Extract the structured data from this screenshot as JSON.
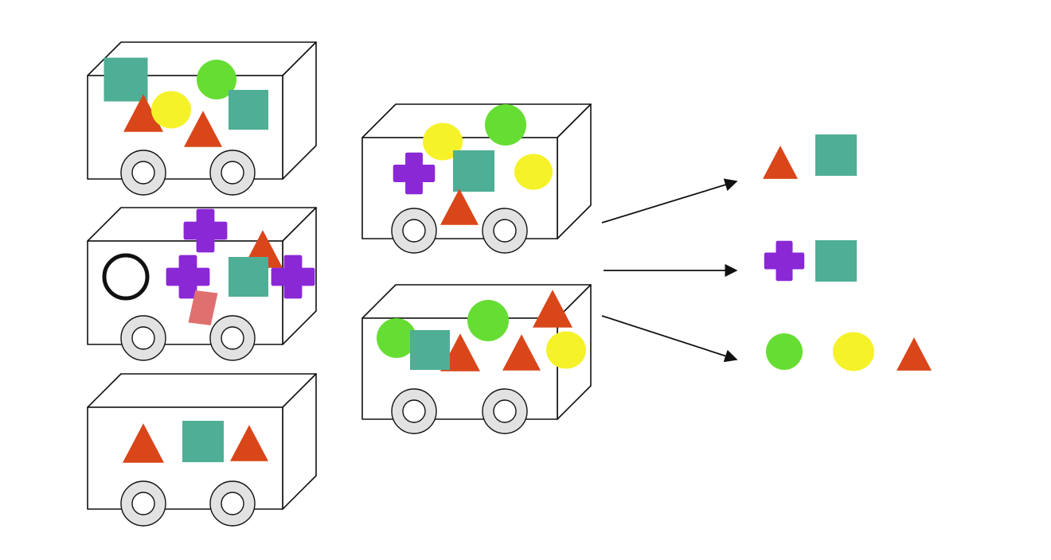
{
  "colors": {
    "background": "#ffffff",
    "outline": "#111111",
    "wheel_fill": "#e2e2e2",
    "red": "#d9461a",
    "teal": "#4fae96",
    "green": "#66dd33",
    "yellow": "#f5f22a",
    "purple": "#8a28d6",
    "pink": "#e07070",
    "black_ring": "#111111"
  },
  "diagram": {
    "carts": [
      {
        "name": "cart-top-left",
        "contents": [
          "teal-square",
          "green-circle",
          "red-triangle",
          "yellow-circle",
          "teal-square",
          "red-triangle"
        ]
      },
      {
        "name": "cart-middle-left",
        "contents": [
          "purple-cross",
          "red-triangle",
          "black-ring",
          "purple-cross",
          "teal-square",
          "purple-cross",
          "pink-diamond"
        ]
      },
      {
        "name": "cart-bottom-left",
        "contents": [
          "red-triangle",
          "teal-square",
          "red-triangle"
        ]
      },
      {
        "name": "cart-top-center",
        "contents": [
          "yellow-circle",
          "green-circle",
          "purple-cross",
          "teal-square",
          "yellow-circle",
          "red-triangle"
        ]
      },
      {
        "name": "cart-bottom-center",
        "contents": [
          "green-circle",
          "green-circle",
          "red-triangle",
          "teal-square",
          "red-triangle",
          "red-triangle",
          "yellow-circle"
        ]
      }
    ],
    "outputs": [
      {
        "name": "output-row-1",
        "contents": [
          "red-triangle",
          "teal-square"
        ]
      },
      {
        "name": "output-row-2",
        "contents": [
          "purple-cross",
          "teal-square"
        ]
      },
      {
        "name": "output-row-3",
        "contents": [
          "green-circle",
          "yellow-circle",
          "red-triangle"
        ]
      }
    ],
    "arrows": [
      "arrow-to-row-1",
      "arrow-to-row-2",
      "arrow-to-row-3"
    ]
  }
}
